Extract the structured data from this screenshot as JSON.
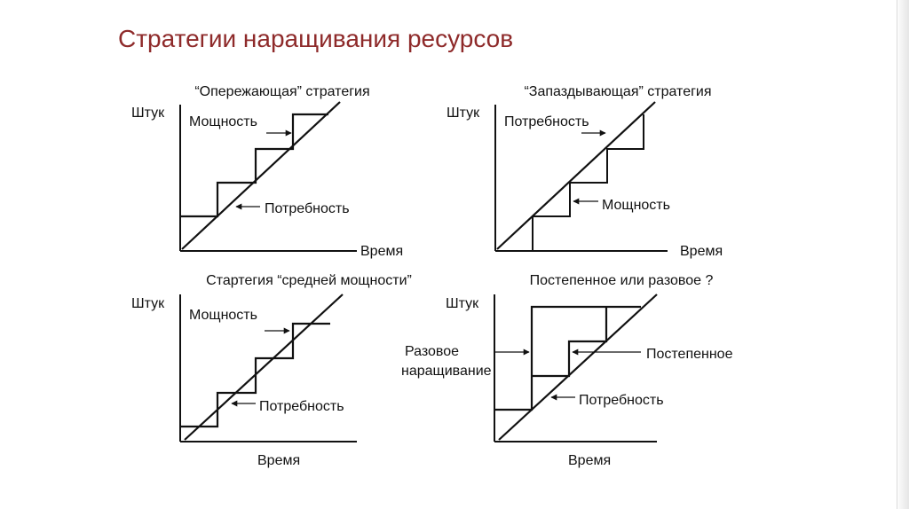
{
  "slide": {
    "title": "Стратегии наращивания ресурсов",
    "accent_color": "#8e2a2a"
  },
  "panels": {
    "lead": {
      "heading": "“Опережающая” стратегия",
      "y_label": "Штук",
      "x_label": "Время",
      "capacity_label": "Мощность",
      "demand_label": "Потребность"
    },
    "lag": {
      "heading": "“Запаздывающая” стратегия",
      "y_label": "Штук",
      "x_label": "Время",
      "demand_label": "Потребность",
      "capacity_label": "Мощность"
    },
    "match": {
      "heading": "Стартегия “средней мощности”",
      "y_label": "Штук",
      "x_label": "Время",
      "capacity_label": "Мощность",
      "demand_label": "Потребность"
    },
    "compare": {
      "heading": "Постепенное или разовое ?",
      "y_label": "Штук",
      "x_label": "Время",
      "one_time_label_line1": "Разовое",
      "one_time_label_line2": "наращивание",
      "gradual_label": "Постепенное",
      "demand_label": "Потребность"
    }
  }
}
